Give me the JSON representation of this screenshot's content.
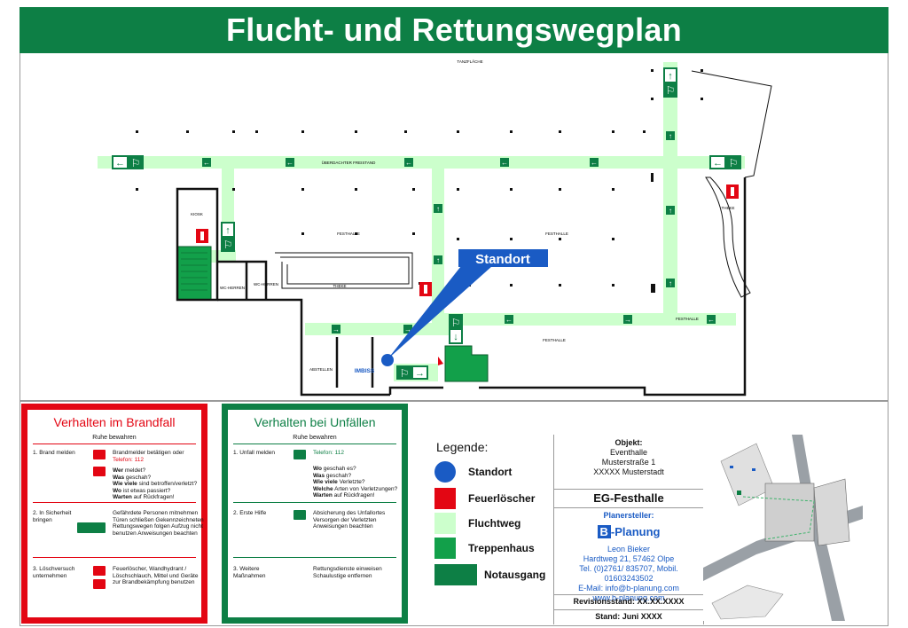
{
  "title": "Flucht- und Rettungswegplan",
  "plan": {
    "labels": {
      "tanzflaeche": "TANZFLÄCHE",
      "freistand": "ÜBERDACHTER FREISTAND",
      "kiosk": "KIOSK",
      "festhalle_left": "FESTHALLE",
      "festhalle_right": "FESTHALLE",
      "festhalle_lower": "FESTHALLE",
      "festhalle_corridor": "FESTHALLE",
      "theke_left": "THEKE",
      "theke_right": "THEKE",
      "wc_herren_1": "WC-HERREN",
      "wc_herren_2": "WC-HERREN",
      "abstellen": "ABSTELLEN",
      "imbiss": "IMBISS",
      "standort": "Standort"
    },
    "colors": {
      "escape_route": "#ccffcc",
      "stairwell": "#12a04a",
      "sign_green": "#0d7f45",
      "extinguisher_red": "#e30613",
      "standort_blue": "#1a5bc4"
    }
  },
  "fire": {
    "title": "Verhalten im Brandfall",
    "subtitle": "Ruhe bewahren",
    "step1_label": "1. Brand melden",
    "step1_a": "Brandmelder betätigen oder",
    "step1_phone": "Telefon: 112",
    "step1_q1b": "Wer",
    "step1_q1": " meldet?",
    "step1_q2b": "Was",
    "step1_q2": " geschah?",
    "step1_q3b": "Wie viele",
    "step1_q3": " sind betroffen/verletzt?",
    "step1_q4b": "Wo",
    "step1_q4": " ist etwas passiert?",
    "step1_q5b": "Warten",
    "step1_q5": " auf Rückfragen!",
    "step2_label": "2. In Sicherheit bringen",
    "step2_text": "Gefährdete Personen mitnehmen Türen schließen Gekennzeichneten Rettungswegen folgen Aufzug nicht benutzen Anweisungen beachten",
    "step3_label": "3. Löschversuch unternehmen",
    "step3_text": "Feuerlöscher, Wandhydrant / Löschschlauch, Mittel und Geräte zur Brandbekämpfung benutzen"
  },
  "accident": {
    "title": "Verhalten bei Unfällen",
    "subtitle": "Ruhe bewahren",
    "step1_label": "1. Unfall melden",
    "step1_phone": "Telefon: 112",
    "step1_q1b": "Wo",
    "step1_q1": " geschah es?",
    "step1_q2b": "Was",
    "step1_q2": " geschah?",
    "step1_q3b": "Wie viele",
    "step1_q3": " Verletzte?",
    "step1_q4b": "Welche",
    "step1_q4": " Arten von Verletzungen?",
    "step1_q5b": "Warten",
    "step1_q5": " auf Rückfragen!",
    "step2_label": "2. Erste Hilfe",
    "step2_text": "Absicherung des Unfallortes Versorgen der Verletzten Anweisungen beachten",
    "step3_label": "3. Weitere Maßnahmen",
    "step3_text": "Rettungsdienste einweisen Schaulustige entfernen"
  },
  "legend": {
    "title": "Legende:",
    "standort": "Standort",
    "feuerloescher": "Feuerlöscher",
    "fluchtweg": "Fluchtweg",
    "treppenhaus": "Treppenhaus",
    "notausgang": "Notausgang"
  },
  "info": {
    "objekt_label": "Objekt:",
    "objekt_name": "Eventhalle",
    "street": "Musterstraße 1",
    "city": "XXXXX Musterstadt",
    "floor": "EG-Festhalle",
    "planer_label": "Planersteller:",
    "logo_b": "B",
    "logo_text": "-Planung",
    "person": "Leon Bieker",
    "address": "Hardtweg 21, 57462 Olpe",
    "phone": "Tel. (0)2761/ 835707, Mobil. 01603243502",
    "email": "E-Mail: info@b-planung.com",
    "web": "www.b-planung.com",
    "revision": "Revisionsstand: XX.XX.XXXX",
    "stand": "Stand: Juni XXXX"
  }
}
